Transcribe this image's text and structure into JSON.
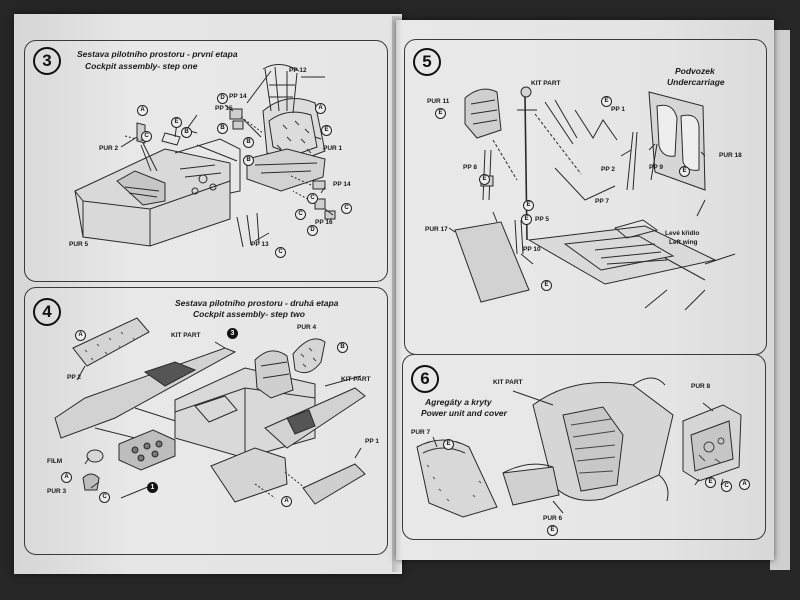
{
  "step3": {
    "number": "3",
    "title_cz": "Sestava pilotního prostoru - první etapa",
    "title_en": "Cockpit assembly- step one",
    "labels": {
      "pp12": "PP 12",
      "pp14a": "PP 14",
      "pp15": "PP 15",
      "pur2": "PUR 2",
      "pur1": "PUR 1",
      "pp14b": "PP 14",
      "pp16": "PP 16",
      "pp13": "PP 13",
      "pur5": "PUR 5"
    },
    "markers": {
      "a": "A",
      "b": "B",
      "c": "C",
      "d": "D",
      "e": "E"
    }
  },
  "step4": {
    "number": "4",
    "title_cz": "Sestava pilotního prostoru - druhá etapa",
    "title_en": "Cockpit assembly- step two",
    "labels": {
      "kit_part_a": "KIT PART",
      "pur4": "PUR 4",
      "pp2": "PP 2",
      "kit_part_b": "KIT PART",
      "film": "FILM",
      "pur3": "PUR 3",
      "pp1": "PP 1"
    },
    "markers": {
      "a": "A",
      "b": "B",
      "c": "C",
      "ref3": "3",
      "ref1": "1"
    }
  },
  "step5": {
    "number": "5",
    "title_cz": "Podvozek",
    "title_en": "Undercarriage",
    "labels": {
      "kit_part": "KIT PART",
      "pur11": "PUR 11",
      "pp1": "PP 1",
      "pur18": "PUR 18",
      "pp8": "PP 8",
      "pp2": "PP 2",
      "pp9": "PP 9",
      "pp7": "PP 7",
      "pp5": "PP 5",
      "pur17": "PUR 17",
      "pp10": "PP 10",
      "wing_cz": "Levé křídlo",
      "wing_en": "Left wing"
    },
    "markers": {
      "e": "E"
    }
  },
  "step6": {
    "number": "6",
    "title_cz": "Agregáty a kryty",
    "title_en": "Power unit and cover",
    "labels": {
      "kit_part": "KIT PART",
      "pur7": "PUR 7",
      "pur6": "PUR 6",
      "pur8": "PUR 8"
    },
    "markers": {
      "a": "A",
      "c": "C",
      "e": "E"
    }
  }
}
